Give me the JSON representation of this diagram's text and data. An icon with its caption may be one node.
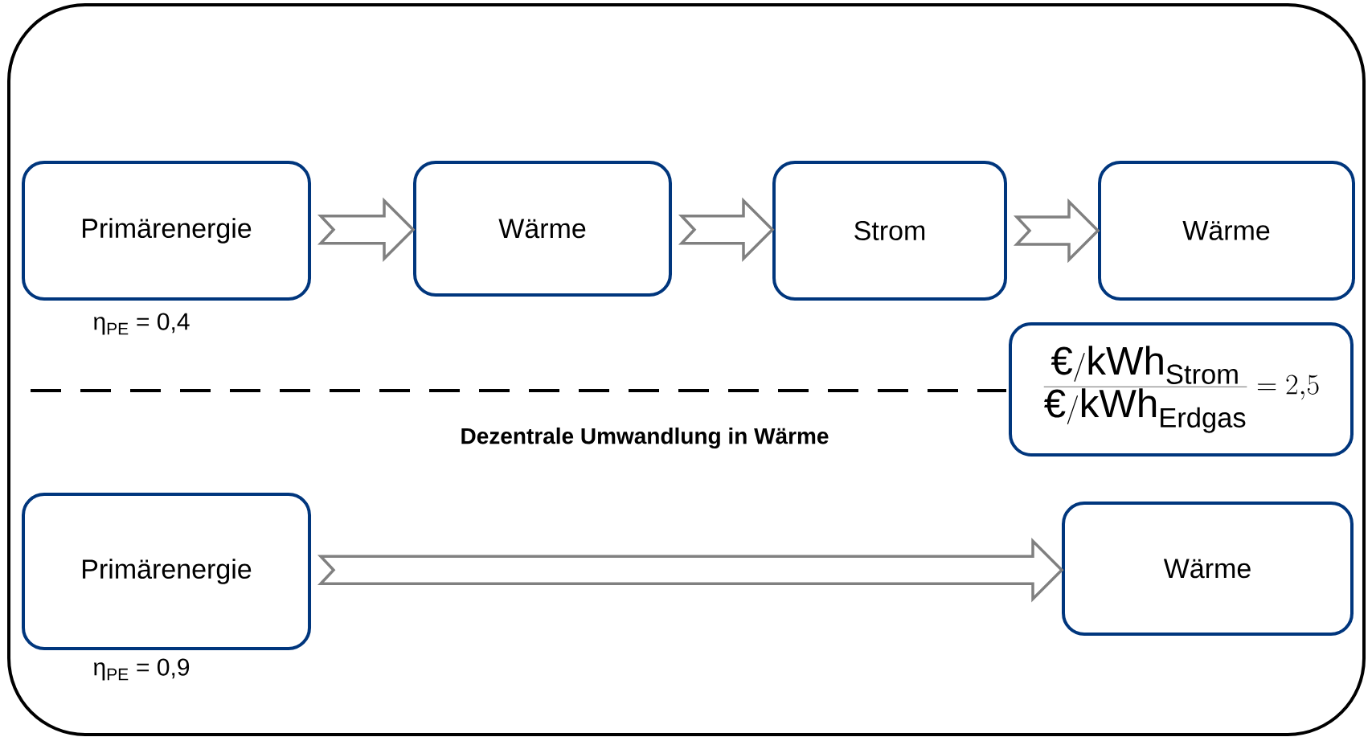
{
  "diagram": {
    "nodes": [
      {
        "text": [
          "Primärenergie"
        ],
        "beside": [
          "η$_{PE}$ = 0,4"
        ]
      },
      {
        "text": [
          "Wärme"
        ]
      },
      {
        "text": [
          "Strom"
        ]
      },
      {
        "text": [
          "Wärme"
        ]
      },
      {
        "text": [
          "\\frac{\\mbox{€}/\\mathrm{kWh}_{\\mathrm{Strom}}}{\\mbox{€}/\\mathrm{kWh}_{\\mathrm{Erdgas}}}=2{,}5"
        ]
      },
      {
        "text": [
          "Primärenergie"
        ],
        "beside": [
          "η$_{PE}$ = 0,9"
        ]
      },
      {
        "text": [
          "Wärme"
        ]
      }
    ],
    "edges": [
      {
        "from": 0,
        "to": 1,
        "arrow": "to"
      },
      {
        "from": 1,
        "to": 2,
        "arrow": "to"
      },
      {
        "from": 2,
        "to": 3,
        "arrow": "to"
      },
      {
        "from": 5,
        "to": 6,
        "arrow": "to"
      }
    ],
    "labels": [
      "Dezentrale Umwandlung  in Wärme"
    ]
  }
}
